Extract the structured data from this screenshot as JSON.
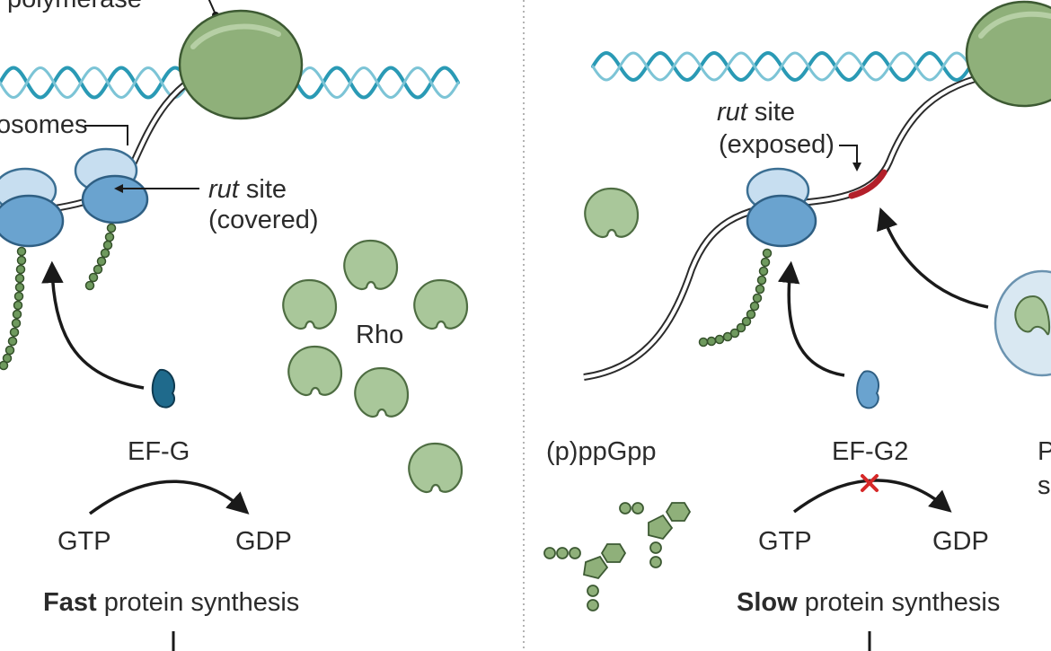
{
  "left": {
    "polymerase_label": "polymerase",
    "ribosomes_label": "osomes",
    "rut_word": "rut",
    "rut_site": " site",
    "rut_status": "(covered)",
    "rho_label": "Rho",
    "efg_label": "EF-G",
    "gtp": "GTP",
    "gdp": "GDP",
    "speed_word": "Fast",
    "speed_rest": " protein synthesis"
  },
  "right": {
    "rut_word": "rut",
    "rut_site": " site",
    "rut_status": "(exposed)",
    "ppgpp_label": "(p)ppGpp",
    "efg2_label": "EF-G2",
    "gtp": "GTP",
    "gdp": "GDP",
    "speed_word": "Slow",
    "speed_rest": " protein synthesis",
    "edge_label_1": "P",
    "edge_label_2": "s"
  },
  "colors": {
    "dna": "#2a9ab5",
    "polymerase": "#8fb07a",
    "ribosome": "#6aa3cf",
    "rho": "#a9c79a",
    "efg": "#1f6a8c",
    "rut_exposed": "#b3202a",
    "inhibit_x": "#d62828"
  }
}
